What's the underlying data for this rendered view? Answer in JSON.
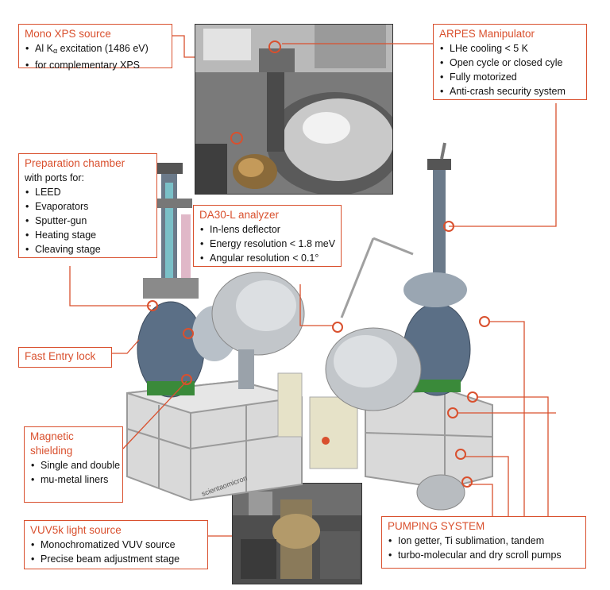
{
  "callouts": {
    "mono_xps": {
      "title": "Mono XPS source",
      "items": [
        "Al K",
        "α",
        " excitation (1486 eV)",
        "for complementary XPS"
      ]
    },
    "arpes": {
      "title": "ARPES Manipulator",
      "items": [
        "LHe cooling < 5 K",
        "Open cycle or closed cyle",
        "Fully motorized",
        "Anti-crash security system"
      ]
    },
    "prep": {
      "title": "Preparation chamber",
      "subtitle": "with ports for:",
      "items": [
        "LEED",
        "Evaporators",
        "Sputter-gun",
        "Heating stage",
        "Cleaving stage"
      ]
    },
    "da30": {
      "title": "DA30-L analyzer",
      "items": [
        "In-lens deflector",
        "Energy resolution < 1.8 meV",
        "Angular resolution < 0.1°"
      ]
    },
    "fast_entry": {
      "title": "Fast Entry lock"
    },
    "magnetic": {
      "title_line1": "Magnetic",
      "title_line2": "shielding",
      "items": [
        "Single and double",
        "mu-metal liners"
      ]
    },
    "vuv": {
      "title": "VUV5k light source",
      "items": [
        "Monochromatized VUV source",
        "Precise beam adjustment stage"
      ]
    },
    "pumping": {
      "title": "PUMPING SYSTEM",
      "items": [
        "Ion getter, Ti sublimation, tandem",
        "turbo-molecular and dry scroll pumps"
      ]
    }
  },
  "machine_brand_text": "scientaomicron",
  "colors": {
    "accent": "#d9502e",
    "frame": "#c8c8c8",
    "chamber": "#5b6f86",
    "text": "#111111"
  }
}
